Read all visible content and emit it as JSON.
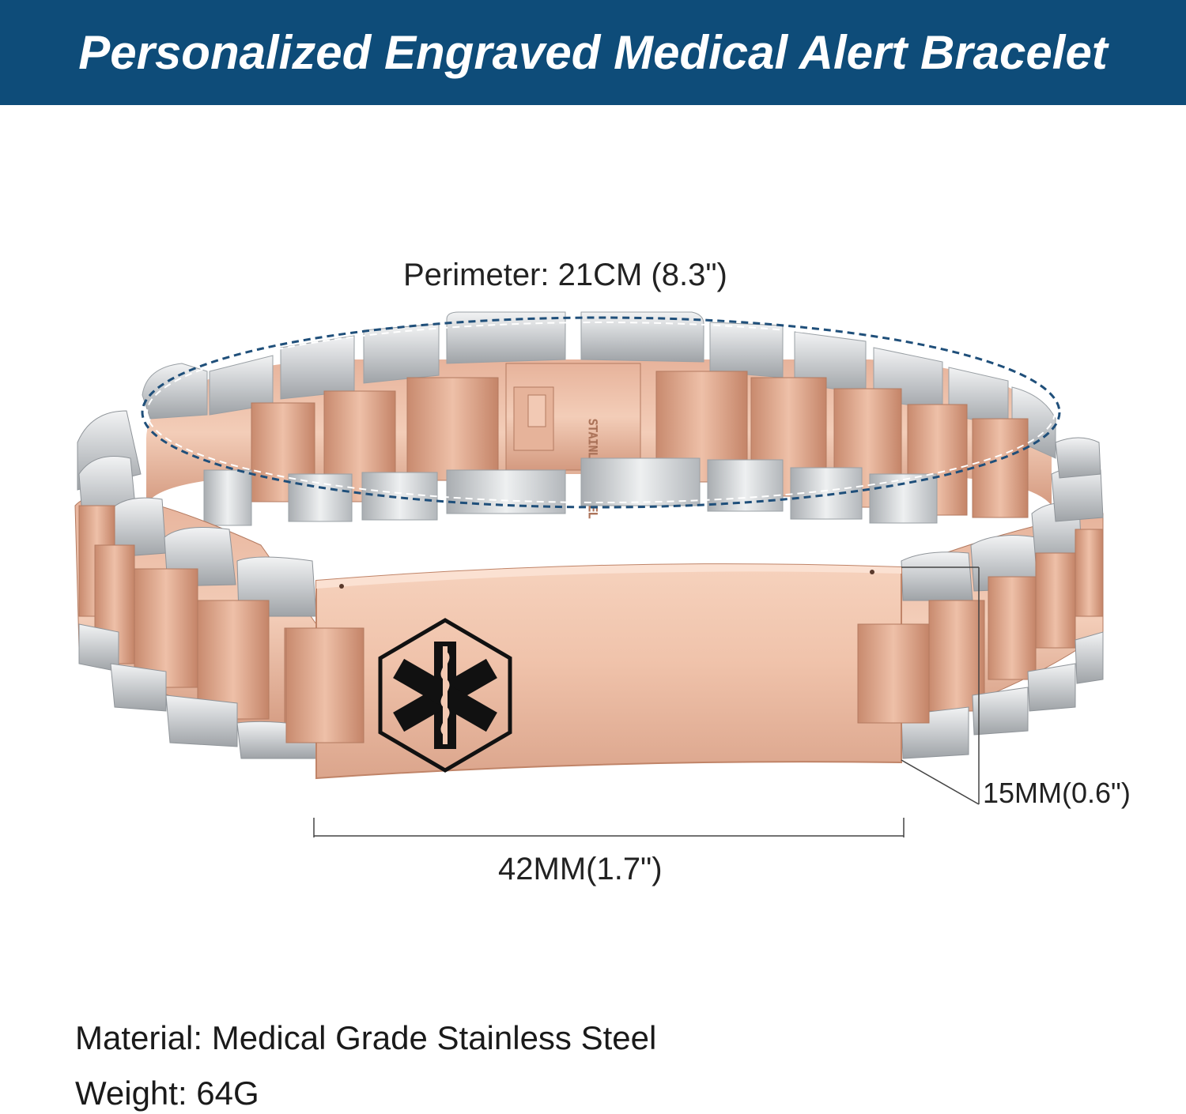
{
  "banner": {
    "title": "Personalized Engraved Medical Alert Bracelet",
    "background": "#0e4c79"
  },
  "dimensions": {
    "perimeter": "Perimeter: 21CM (8.3\")",
    "length": "42MM(1.7\")",
    "width": "15MM(0.6\")"
  },
  "specs": {
    "material": "Material: Medical Grade Stainless Steel",
    "weight": "Weight: 64G"
  },
  "clasp_stamp": "STAINLESS STEEL",
  "colors": {
    "rose_gold": "#d9a48c",
    "silver": "#d0d3d6",
    "guide_line": "#1f4f7a"
  },
  "icons": {
    "medical_symbol": "star-of-life-icon"
  }
}
